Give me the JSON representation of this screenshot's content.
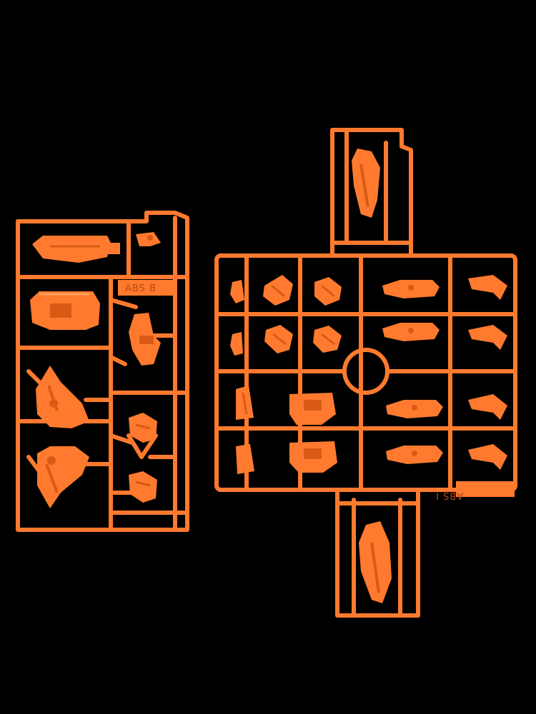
{
  "photo": {
    "subject": "runner-sprues",
    "colors": {
      "background": "#000000",
      "plastic": "#ff7a2e",
      "plastic_shade": "#d95a14",
      "plastic_highlight": "#ffa060",
      "tag_text": "#b8480c"
    }
  },
  "runner_b": {
    "tag": "ABS  B"
  },
  "runner_i": {
    "tag": "ABS  I"
  }
}
